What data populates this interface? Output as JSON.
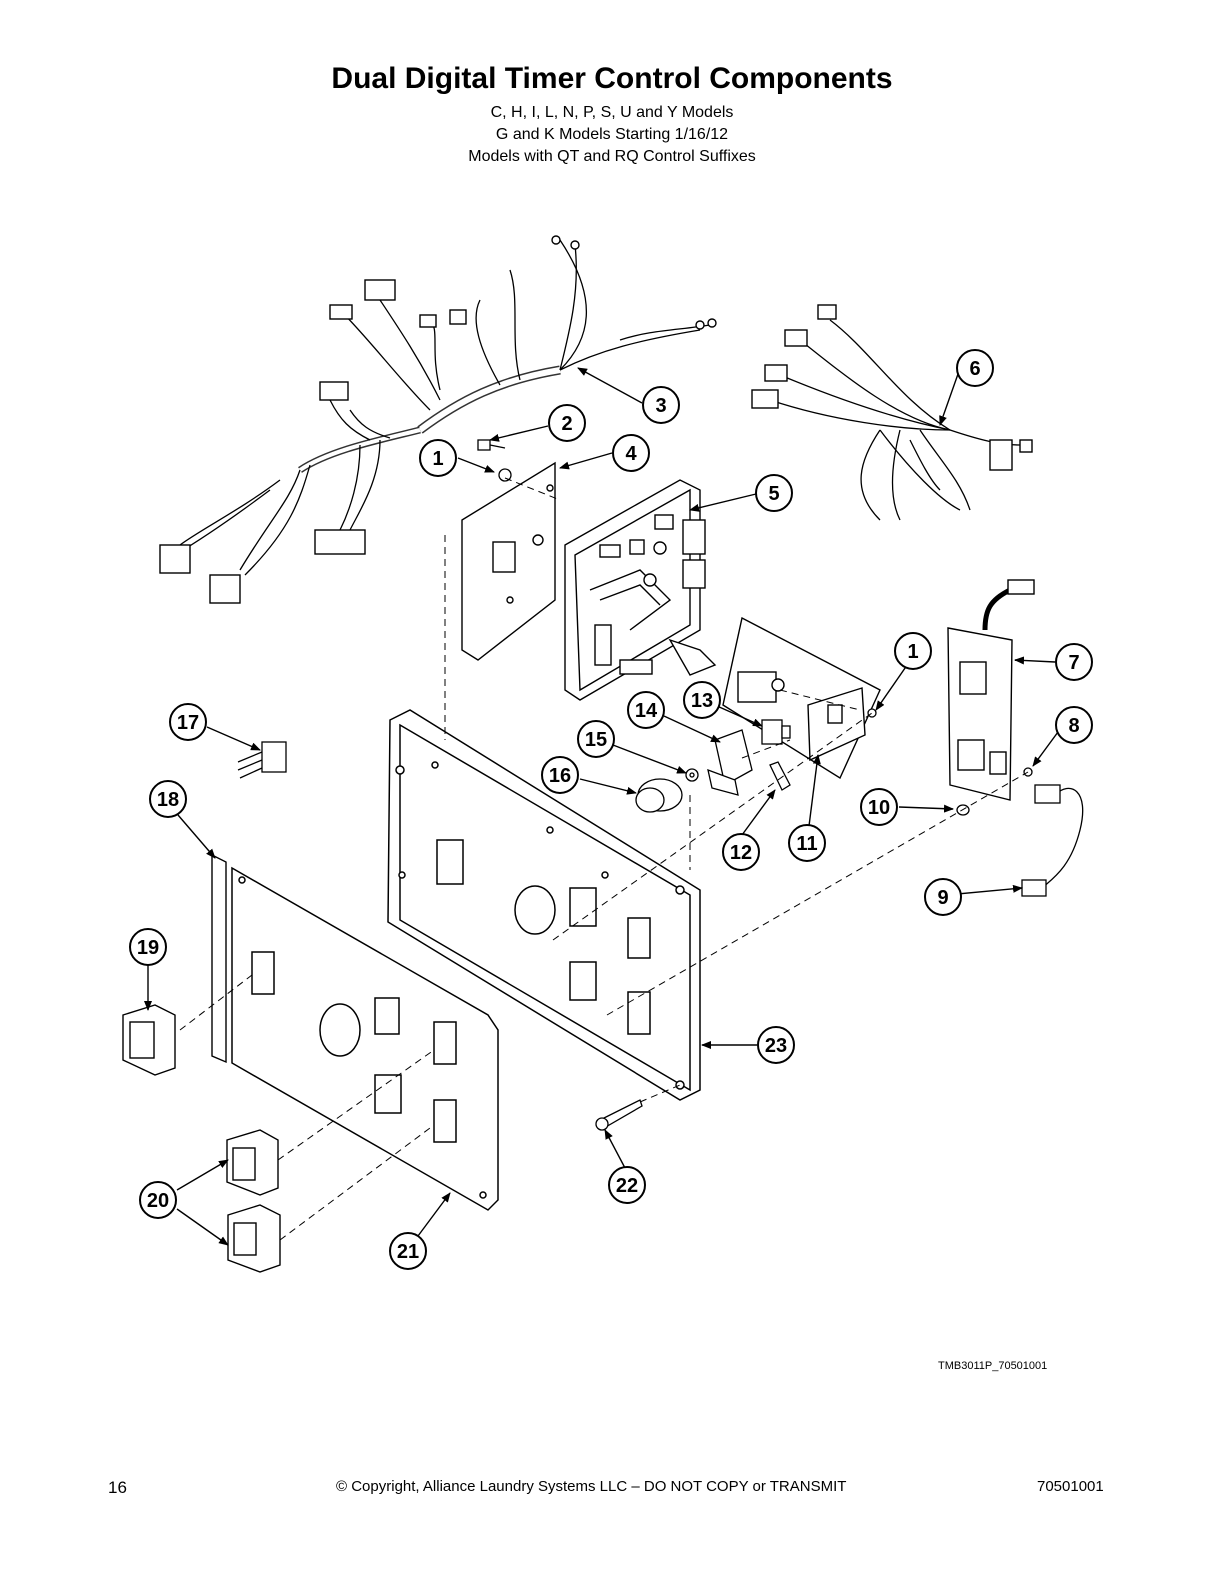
{
  "header": {
    "title": "Dual Digital Timer Control Components",
    "subtitles": [
      "C, H, I, L, N, P, S, U and Y Models",
      "G and K Models Starting 1/16/12",
      "Models with QT and RQ Control Suffixes"
    ]
  },
  "callouts": [
    "1",
    "2",
    "4",
    "3",
    "5",
    "6",
    "7",
    "1",
    "8",
    "9",
    "10",
    "11",
    "12",
    "13",
    "14",
    "15",
    "16",
    "17",
    "18",
    "19",
    "20",
    "21",
    "22",
    "23"
  ],
  "drawing_id": "TMB3011P_70501001",
  "footer": {
    "page_number": "16",
    "copyright": "© Copyright, Alliance Laundry Systems LLC – DO NOT COPY or TRANSMIT",
    "doc_number": "70501001"
  }
}
